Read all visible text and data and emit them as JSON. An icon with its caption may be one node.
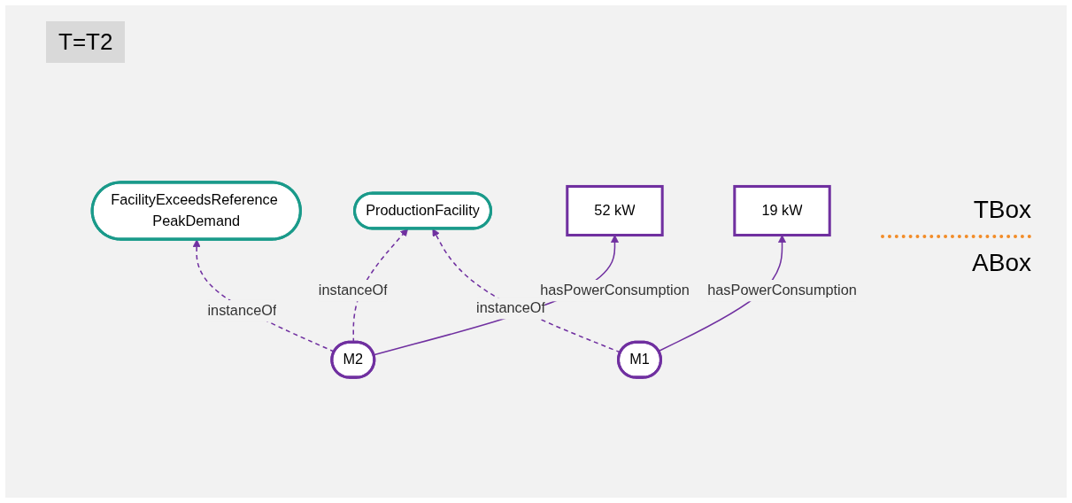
{
  "diagram": {
    "title": "T=T2",
    "nodes": [
      {
        "text": [
          "ProductionFacility"
        ]
      },
      {
        "text": [
          "FacilityExceedsReference PeakDemand"
        ]
      },
      {
        "text": [
          "M2"
        ]
      },
      {
        "text": [
          "52 kW"
        ]
      },
      {
        "text": [
          "M1"
        ]
      },
      {
        "text": [
          "19 kW"
        ]
      }
    ],
    "edges": [
      {
        "from": 4,
        "to": 0,
        "arrow": "to",
        "label": "instanceOf",
        "style": "dashed"
      },
      {
        "from": 2,
        "to": 0,
        "arrow": "to",
        "label": "instanceOf",
        "style": "dashed"
      },
      {
        "from": 2,
        "to": 1,
        "arrow": "to",
        "label": "instanceOf",
        "style": "dashed"
      },
      {
        "from": 2,
        "to": 3,
        "arrow": "to",
        "label": "hasPowerConsumption"
      },
      {
        "from": 4,
        "to": 5,
        "arrow": "to",
        "label": "hasPowerConsumption"
      }
    ],
    "labels": [
      "TBox",
      "ABox"
    ]
  }
}
